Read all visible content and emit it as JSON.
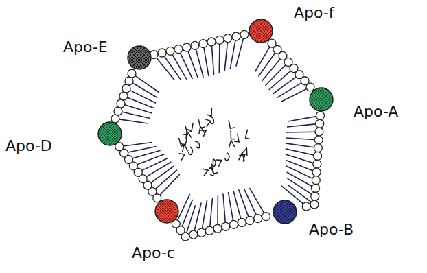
{
  "diagram": {
    "labels": [
      "Apo-f",
      "Apo-E",
      "Apo-A",
      "Apo-D",
      "Apo-B",
      "Apo-c"
    ]
  }
}
